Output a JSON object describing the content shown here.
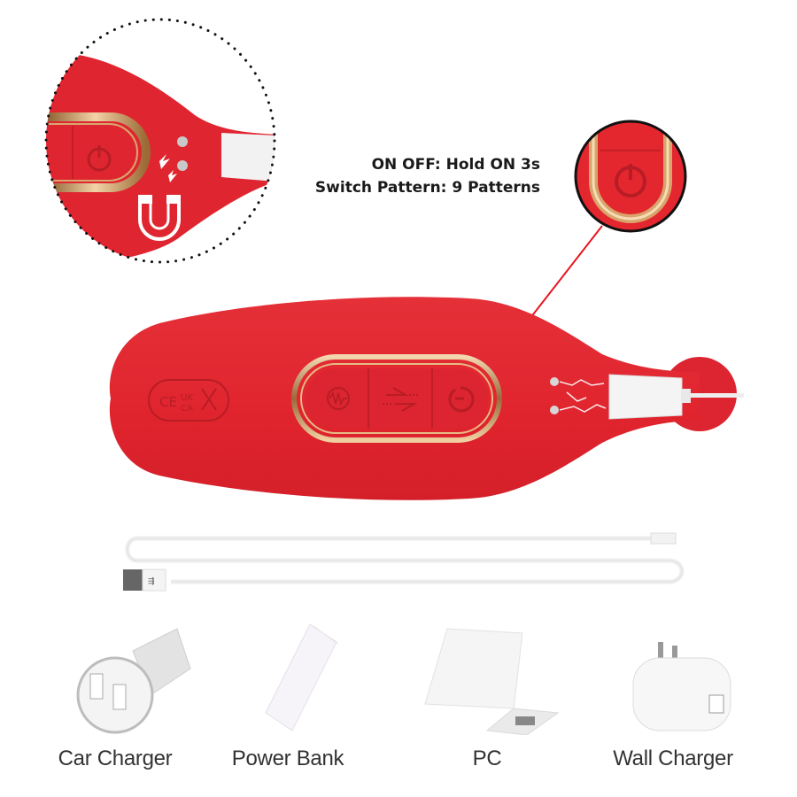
{
  "callout": {
    "line1": "ON OFF: Hold ON 3s",
    "line2": "Switch Pattern: 9 Patterns"
  },
  "device": {
    "color": "#e1252f",
    "trim_color": "#c9925a",
    "marking_text": "UK CA",
    "buttons": [
      {
        "name": "pattern-button",
        "icon": "waveform-icon"
      },
      {
        "name": "switch-button",
        "icon": "switch-arrows-icon"
      },
      {
        "name": "power-button",
        "icon": "power-icon"
      }
    ],
    "connector": "magnetic-charging-port"
  },
  "cable": {
    "type": "USB magnetic charging cable"
  },
  "chargers": [
    {
      "label": "Car Charger",
      "icon": "car-charger-icon"
    },
    {
      "label": "Power Bank",
      "icon": "power-bank-icon"
    },
    {
      "label": "PC",
      "icon": "laptop-icon"
    },
    {
      "label": "Wall Charger",
      "icon": "wall-charger-icon"
    }
  ]
}
